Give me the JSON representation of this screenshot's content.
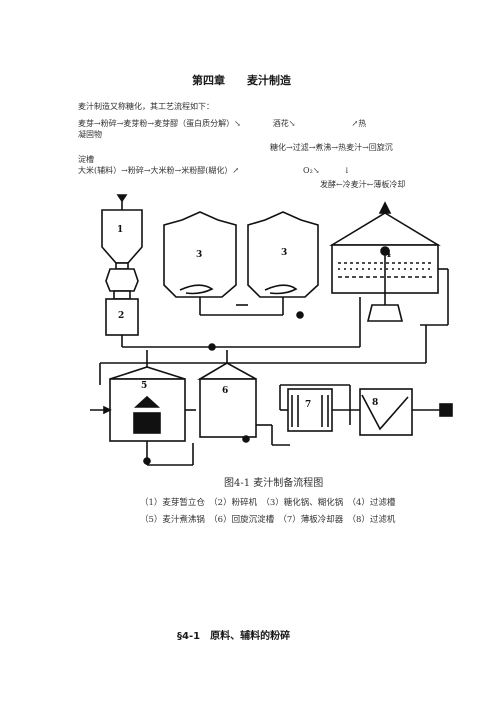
{
  "chapter_title": "第四章　　麦汁制造",
  "intro": "麦汁制造又称糖化，其工艺流程如下：",
  "flow": {
    "line1": "麦芽→粉碎→麦芽粉→麦芽醪（蛋白质分解）↘　　　　酒花↘　　　　　　　↗热",
    "line2": "凝固物",
    "line3": "糖化→过滤→煮沸→热麦汁→回旋沉",
    "line4": "淀槽",
    "line5": "大米(辅料）→粉碎→大米粉→米粉醪(糊化）↗　　　　　　　　O₂↘　　　↓",
    "line6": "发酵←冷麦汁←薄板冷却"
  },
  "diagram": {
    "unit_labels": [
      "1",
      "2",
      "3",
      "3",
      "4",
      "5",
      "6",
      "7",
      "8"
    ]
  },
  "figure_caption": "图4-1 麦汁制备流程图",
  "legend": {
    "row1": "（1）麦芽暂立仓　（2）粉碎机　（3）糖化锅、糊化锅　（4）过滤槽",
    "row2": "（5）麦汁煮沸锅　（6）回旋沉淀槽　（7）薄板冷却器　（8）过滤机"
  },
  "section_title": "§4-1　原料、辅料的粉碎"
}
